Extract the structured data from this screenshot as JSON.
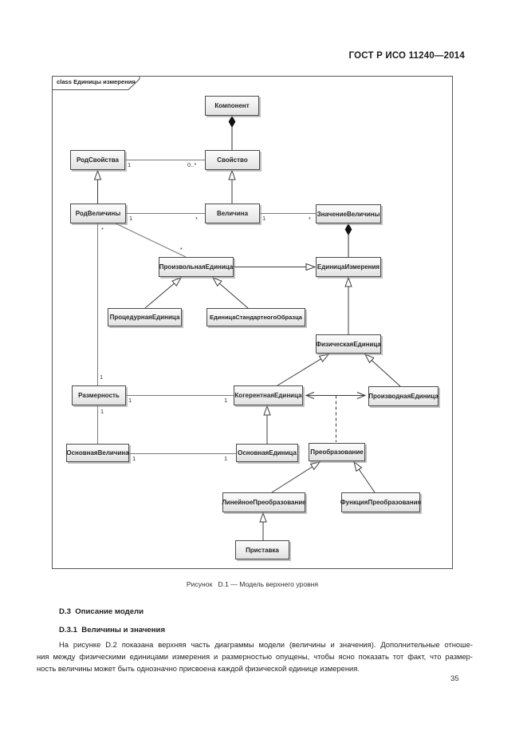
{
  "page": {
    "header": "ГОСТ Р ИСО 11240—2014",
    "page_number": "35"
  },
  "diagram": {
    "frame_label": "class Единицы измерения",
    "caption": "Рисунок   D.1 — Модель верхнего уровня",
    "nodes": [
      {
        "id": "komponent",
        "label": "Компонент"
      },
      {
        "id": "rod-svojstva",
        "label": "РодСвойства"
      },
      {
        "id": "svojstvo",
        "label": "Свойство"
      },
      {
        "id": "rod-velichiny",
        "label": "РодВеличины"
      },
      {
        "id": "velichina",
        "label": "Величина"
      },
      {
        "id": "znachenie-velichiny",
        "label": "ЗначениеВеличины"
      },
      {
        "id": "proizvolnaya-edinitsa",
        "label": "ПроизвольнаяЕдиница"
      },
      {
        "id": "edinitsa-izmereniya",
        "label": "ЕдиницаИзмерения"
      },
      {
        "id": "protsedurnaya-edinitsa",
        "label": "ПроцедурнаяЕдиница"
      },
      {
        "id": "edinitsa-standartnogo-obraztsa",
        "label": "ЕдиницаСтандартногоОбразца"
      },
      {
        "id": "fizicheskaya-edinitsa",
        "label": "ФизическаяЕдиница"
      },
      {
        "id": "razmernost",
        "label": "Размерность"
      },
      {
        "id": "kogerentnaya-edinitsa",
        "label": "КогерентнаяЕдиница"
      },
      {
        "id": "proizvodnaya-edinitsa",
        "label": "ПроизводнаяЕдиница"
      },
      {
        "id": "osnovnaya-velichina",
        "label": "ОсновнаяВеличина"
      },
      {
        "id": "osnovnaya-edinitsa",
        "label": "ОсновнаяЕдиница"
      },
      {
        "id": "preobrazovanie",
        "label": "Преобразование"
      },
      {
        "id": "linejnoe-preobrazovanie",
        "label": "ЛинейноеПреобразование"
      },
      {
        "id": "funktsiya-preobrazovaniya",
        "label": "ФункцияПреобразования"
      },
      {
        "id": "pristavka",
        "label": "Приставка"
      }
    ],
    "multiplicities": [
      {
        "text": "1"
      },
      {
        "text": "0..*"
      },
      {
        "text": "1"
      },
      {
        "text": "*"
      },
      {
        "text": "1"
      },
      {
        "text": "*"
      },
      {
        "text": "*"
      },
      {
        "text": "*"
      },
      {
        "text": "1"
      },
      {
        "text": "1"
      },
      {
        "text": "1"
      },
      {
        "text": "1"
      },
      {
        "text": "1"
      },
      {
        "text": "1"
      }
    ]
  },
  "sections": {
    "heading": "D.3  Описание модели",
    "subheading": "D.3.1  Величины и значения",
    "paragraph_lines": [
      "На рисунке D.2 показана верхняя часть диаграммы модели (величины и значения). Дополнительные отноше-",
      "ния между физическими единицами измерения и размерностью опущены, чтобы ясно показать тот факт, что размер-",
      "ность величины может быть однозначно присвоена каждой физической единице измерения."
    ]
  }
}
